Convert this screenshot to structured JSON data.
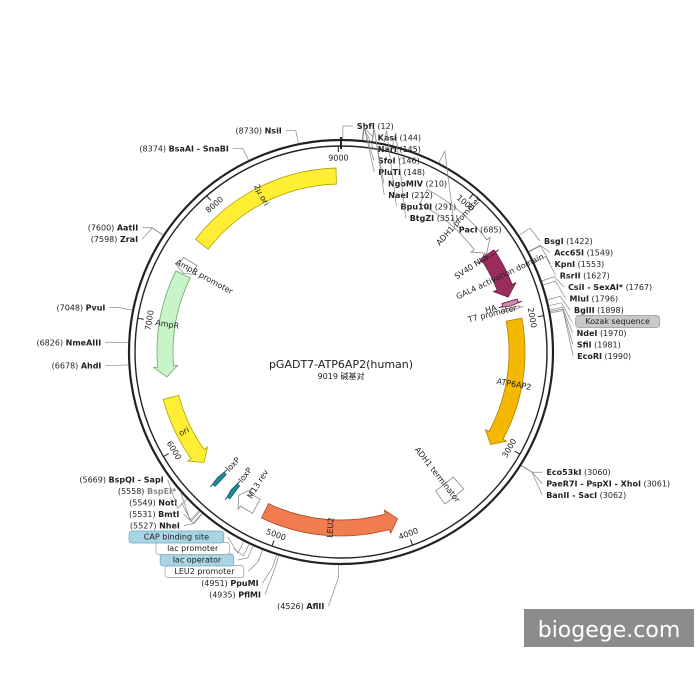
{
  "plasmid": {
    "name": "pGADT7-ATP6AP2(human)",
    "size_text": "9019 碱基对",
    "length": 9019
  },
  "watermark": "biogege.com",
  "ticks": [
    {
      "bp": 1000,
      "label": "1000"
    },
    {
      "bp": 2000,
      "label": "2000"
    },
    {
      "bp": 3000,
      "label": "3000"
    },
    {
      "bp": 4000,
      "label": "4000"
    },
    {
      "bp": 5000,
      "label": "5000"
    },
    {
      "bp": 6000,
      "label": "6000"
    },
    {
      "bp": 7000,
      "label": "7000"
    },
    {
      "bp": 8000,
      "label": "8000"
    },
    {
      "bp": 9000,
      "label": "9000"
    }
  ],
  "features": [
    {
      "name": "ADH1 promoter",
      "start": 700,
      "end": 1400,
      "color": "#ffffff",
      "stroke": "#888888",
      "strand": 1,
      "label": "ADH1 promoter"
    },
    {
      "name": "GAL4 activation domain",
      "start": 1440,
      "end": 1800,
      "color": "#9b2d5e",
      "stroke": "#6a1a40",
      "strand": 1,
      "label": "GAL4 activation domain"
    },
    {
      "name": "SV40 NLS",
      "start": 1410,
      "end": 1440,
      "color": "#9b2d5e",
      "stroke": "#6a1a40",
      "strand": 1,
      "label": "SV40 NLS"
    },
    {
      "name": "HA",
      "start": 1835,
      "end": 1875,
      "color": "#c98bb0",
      "stroke": "#6a1a40",
      "strand": 1,
      "label": "HA"
    },
    {
      "name": "T7 promoter",
      "start": 1890,
      "end": 1910,
      "color": "#ffffff",
      "stroke": "#888888",
      "strand": 1,
      "label": "T7 promoter"
    },
    {
      "name": "ATP6AP2",
      "start": 1990,
      "end": 3050,
      "color": "#f5b800",
      "stroke": "#b07f00",
      "strand": 1,
      "label": "ATP6AP2"
    },
    {
      "name": "ADH1 terminator",
      "start": 3460,
      "end": 3650,
      "color": "#ffffff",
      "stroke": "#888888",
      "strand": 0,
      "label": "ADH1 terminator"
    },
    {
      "name": "LEU2",
      "start": 4040,
      "end": 5150,
      "color": "#f07c50",
      "stroke": "#a84820",
      "strand": -1,
      "label": "LEU2"
    },
    {
      "name": "M13 rev",
      "start": 5230,
      "end": 5400,
      "color": "#ffffff",
      "stroke": "#888888",
      "strand": 1,
      "label": "M13 rev"
    },
    {
      "name": "loxP",
      "start": 5440,
      "end": 5475,
      "color": "#1e8a9a",
      "stroke": "#0f5a66",
      "strand": 1,
      "label": "loxP"
    },
    {
      "name": "loxP 2",
      "start": 5590,
      "end": 5625,
      "color": "#1e8a9a",
      "stroke": "#0f5a66",
      "strand": 1,
      "label": "loxP"
    },
    {
      "name": "ori",
      "start": 5790,
      "end": 6390,
      "color": "#ffee33",
      "stroke": "#b0a300",
      "strand": -1,
      "label": "ori"
    },
    {
      "name": "AmpR",
      "start": 6560,
      "end": 7420,
      "color": "#c8f5c8",
      "stroke": "#6aa86a",
      "strand": -1,
      "label": "AmpR"
    },
    {
      "name": "AmpR promoter",
      "start": 7430,
      "end": 7540,
      "color": "#ffffff",
      "stroke": "#888888",
      "strand": -1,
      "label": "AmpR promoter"
    },
    {
      "name": "2μ ori",
      "start": 7710,
      "end": 8980,
      "color": "#ffee33",
      "stroke": "#b0a300",
      "strand": 0,
      "label": "2μ ori"
    }
  ],
  "sites": [
    {
      "name": "SbfI",
      "pos_text": "(12)",
      "bp": 12,
      "style": "normal"
    },
    {
      "name": "KasI",
      "pos_text": "(144)",
      "bp": 144,
      "style": "normal"
    },
    {
      "name": "NarI",
      "pos_text": "(145)",
      "bp": 145,
      "style": "normal"
    },
    {
      "name": "SfoI",
      "pos_text": "(146)",
      "bp": 146,
      "style": "normal"
    },
    {
      "name": "PluTI",
      "pos_text": "(148)",
      "bp": 148,
      "style": "normal"
    },
    {
      "name": "NgoMIV",
      "pos_text": "(210)",
      "bp": 210,
      "style": "normal"
    },
    {
      "name": "NaeI",
      "pos_text": "(212)",
      "bp": 212,
      "style": "normal"
    },
    {
      "name": "Bpu10I",
      "pos_text": "(291)",
      "bp": 291,
      "style": "normal"
    },
    {
      "name": "BtgZI",
      "pos_text": "(351)",
      "bp": 351,
      "style": "normal"
    },
    {
      "name": "PacI",
      "pos_text": "(685)",
      "bp": 685,
      "style": "normal"
    },
    {
      "name": "BsgI",
      "pos_text": "(1422)",
      "bp": 1422,
      "style": "normal"
    },
    {
      "name": "Acc65I",
      "pos_text": "(1549)",
      "bp": 1549,
      "style": "normal"
    },
    {
      "name": "KpnI",
      "pos_text": "(1553)",
      "bp": 1553,
      "style": "normal"
    },
    {
      "name": "RsrII",
      "pos_text": "(1627)",
      "bp": 1627,
      "style": "normal"
    },
    {
      "name": "CsiI - SexAI*",
      "pos_text": "(1767)",
      "bp": 1767,
      "style": "csi"
    },
    {
      "name": "MluI",
      "pos_text": "(1796)",
      "bp": 1796,
      "style": "normal"
    },
    {
      "name": "BglII",
      "pos_text": "(1898)",
      "bp": 1898,
      "style": "normal"
    },
    {
      "name": "Kozak sequence",
      "pos_text": "",
      "bp": 1940,
      "style": "badge-gray"
    },
    {
      "name": "NdeI",
      "pos_text": "(1970)",
      "bp": 1970,
      "style": "normal"
    },
    {
      "name": "SfiI",
      "pos_text": "(1981)",
      "bp": 1981,
      "style": "normal"
    },
    {
      "name": "EcoRI",
      "pos_text": "(1990)",
      "bp": 1990,
      "style": "normal"
    },
    {
      "name": "Eco53kI",
      "pos_text": "(3060)",
      "bp": 3060,
      "style": "normal"
    },
    {
      "name": "PaeR7I - PspXI - XhoI",
      "pos_text": "(3061)",
      "bp": 3061,
      "style": "normal"
    },
    {
      "name": "BanII - SacI",
      "pos_text": "(3062)",
      "bp": 3062,
      "style": "normal"
    },
    {
      "name": "AflII",
      "pos_text": "(4526)",
      "bp": 4526,
      "style": "normal"
    },
    {
      "name": "PflMI",
      "pos_text": "(4935)",
      "bp": 4935,
      "style": "normal"
    },
    {
      "name": "PpuMI",
      "pos_text": "(4951)",
      "bp": 4951,
      "style": "normal"
    },
    {
      "name": "LEU2 promoter",
      "pos_text": "",
      "bp": 5050,
      "style": "badge-white"
    },
    {
      "name": "lac operator",
      "pos_text": "",
      "bp": 5120,
      "style": "badge-blue"
    },
    {
      "name": "lac promoter",
      "pos_text": "",
      "bp": 5150,
      "style": "badge-white"
    },
    {
      "name": "CAP binding site",
      "pos_text": "",
      "bp": 5190,
      "style": "badge-blue"
    },
    {
      "name": "NheI",
      "pos_text": "(5527)",
      "bp": 5527,
      "style": "normal"
    },
    {
      "name": "BmtI",
      "pos_text": "(5531)",
      "bp": 5531,
      "style": "normal"
    },
    {
      "name": "NotI",
      "pos_text": "(5549)",
      "bp": 5549,
      "style": "normal"
    },
    {
      "name": "BspEI*",
      "pos_text": "(5558)",
      "bp": 5558,
      "style": "gray"
    },
    {
      "name": "BspQI - SapI",
      "pos_text": "(5669)",
      "bp": 5669,
      "style": "normal"
    },
    {
      "name": "AhdI",
      "pos_text": "(6678)",
      "bp": 6678,
      "style": "normal"
    },
    {
      "name": "NmeAIII",
      "pos_text": "(6826)",
      "bp": 6826,
      "style": "normal"
    },
    {
      "name": "PvuI",
      "pos_text": "(7048)",
      "bp": 7048,
      "style": "normal"
    },
    {
      "name": "ZraI",
      "pos_text": "(7598)",
      "bp": 7598,
      "style": "normal"
    },
    {
      "name": "AatII",
      "pos_text": "(7600)",
      "bp": 7600,
      "style": "normal"
    },
    {
      "name": "BsaAI - SnaBI",
      "pos_text": "(8374)",
      "bp": 8374,
      "style": "normal"
    },
    {
      "name": "NsiI",
      "pos_text": "(8730)",
      "bp": 8730,
      "style": "normal"
    }
  ]
}
